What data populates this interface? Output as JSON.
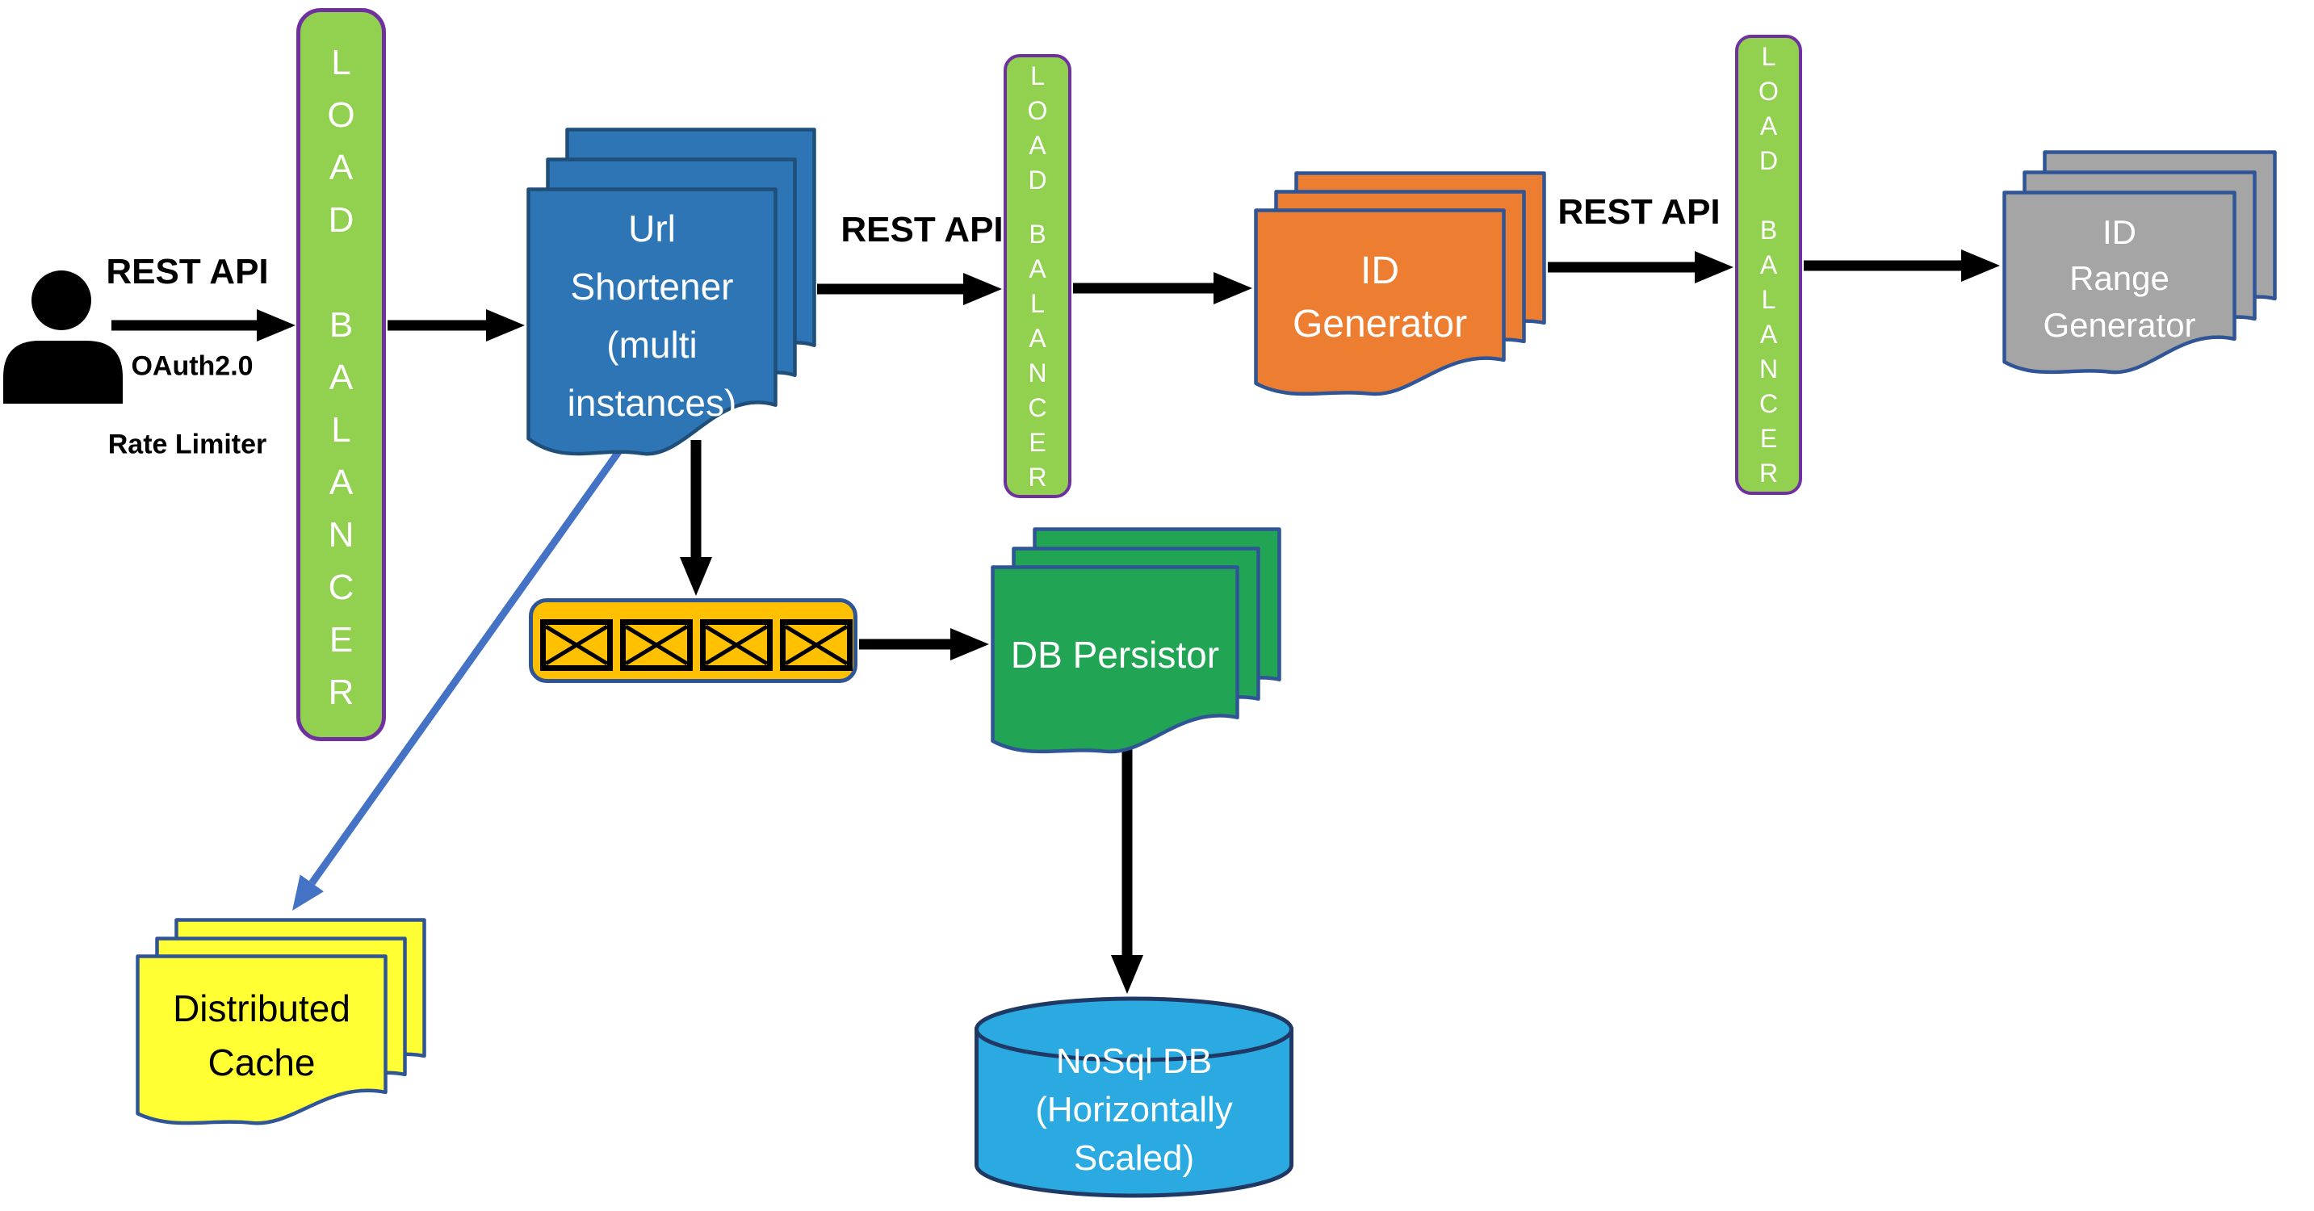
{
  "user": {
    "icon": "person-icon",
    "auth_labels": {
      "oauth": "OAuth2.0",
      "rate_limiter": "Rate Limiter"
    }
  },
  "labels": {
    "rest_api_user_to_lb1": "REST API",
    "rest_api_shortener_to_lb2": "REST API",
    "rest_api_idgen_to_lb3": "REST API"
  },
  "load_balancers": {
    "lb1": {
      "label": "LOAD BALANCER"
    },
    "lb2": {
      "label": "LOAD BALANCER"
    },
    "lb3": {
      "label": "LOAD BALANCER"
    }
  },
  "nodes": {
    "url_shortener": {
      "label": "Url\nShortener\n(multi\ninstances)",
      "fill": "#2E75B6",
      "border": "#1F4E79",
      "text_color": "#FFFFFF"
    },
    "id_generator": {
      "label": "ID\nGenerator",
      "fill": "#ED7D31",
      "border": "#2F5597",
      "text_color": "#FFFFFF"
    },
    "id_range_generator": {
      "label": "ID\nRange\nGenerator",
      "fill": "#A5A5A5",
      "border": "#2F5597",
      "text_color": "#FFFFFF"
    },
    "db_persistor": {
      "label": "DB Persistor",
      "fill": "#21A453",
      "border": "#2F5597",
      "text_color": "#FFFFFF"
    },
    "distributed_cache": {
      "label": "Distributed\nCache",
      "fill": "#FFFF33",
      "border": "#2F5597",
      "text_color": "#000000"
    },
    "message_queue": {
      "icon": "envelope-icon",
      "envelope_count": 4,
      "fill": "#FFC000",
      "border": "#2F5597",
      "envelope_color": "#000000"
    },
    "nosql_db": {
      "label": "NoSql DB\n(Horizontally\nScaled)",
      "fill": "#2BAAE2",
      "border": "#1F3864",
      "text_color": "#FFFFFF"
    }
  },
  "palette": {
    "load_balancer_fill": "#92D050",
    "load_balancer_border": "#7030A0",
    "arrow_black": "#000000",
    "arrow_blue": "#4472C4",
    "person_color": "#000000"
  }
}
